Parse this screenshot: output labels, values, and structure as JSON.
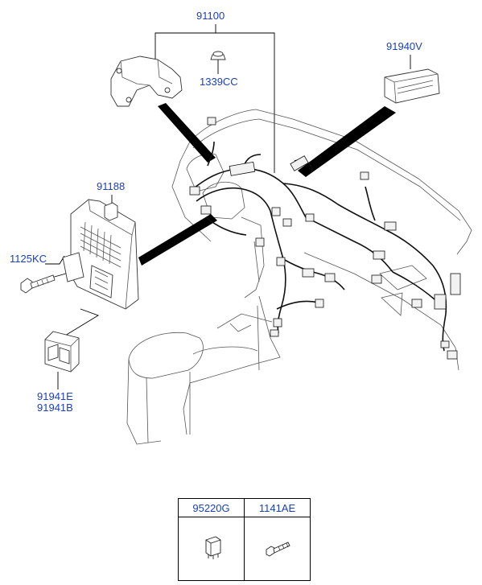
{
  "labels": {
    "harness_main": "91100",
    "clip_top": "1339CC",
    "relay_box_top": "91940V",
    "junction_block": "91188",
    "bolt_left": "1125KC",
    "switch_a": "91941E",
    "switch_b": "91941B"
  },
  "legend_table": {
    "columns": [
      "95220G",
      "1141AE"
    ],
    "items": [
      {
        "part": "95220G",
        "icon": "relay-icon"
      },
      {
        "part": "1141AE",
        "icon": "bolt-icon"
      }
    ]
  },
  "colors": {
    "label": "#1a3fbf",
    "line": "#000000"
  }
}
